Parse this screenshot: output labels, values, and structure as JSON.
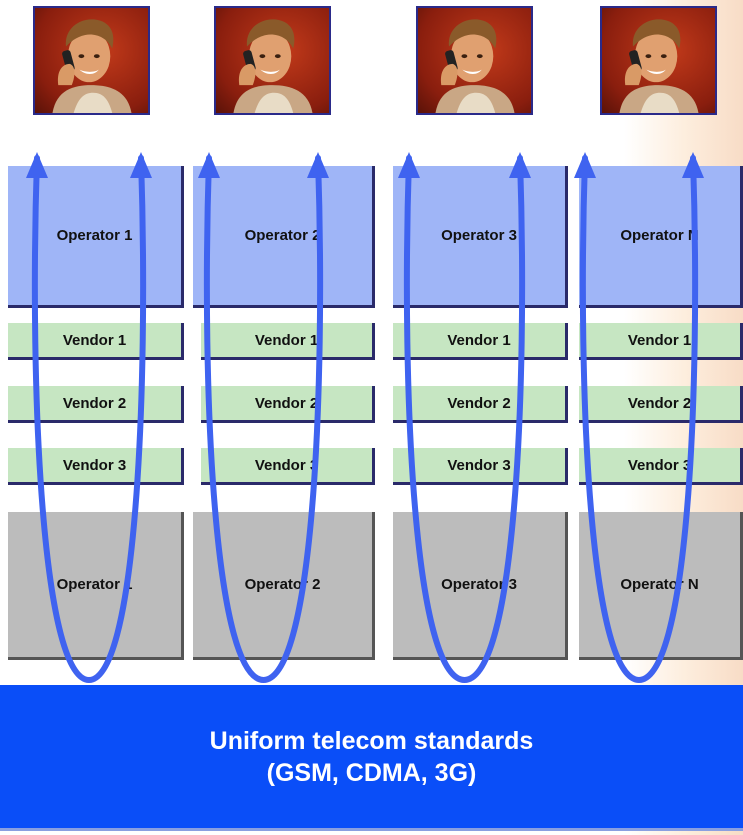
{
  "columns": [
    {
      "operator_top": "Operator 1",
      "vendors": [
        "Vendor 1",
        "Vendor 2",
        "Vendor 3"
      ],
      "operator_bottom": "Operator 1"
    },
    {
      "operator_top": "Operator 2",
      "vendors": [
        "Vendor 1",
        "Vendor 2",
        "Vendor 3"
      ],
      "operator_bottom": "Operator 2"
    },
    {
      "operator_top": "Operator 3",
      "vendors": [
        "Vendor 1",
        "Vendor 2",
        "Vendor 3"
      ],
      "operator_bottom": "Operator 3"
    },
    {
      "operator_top": "Operator N",
      "vendors": [
        "Vendor 1",
        "Vendor 2",
        "Vendor 3"
      ],
      "operator_bottom": "Operator N"
    }
  ],
  "standards": {
    "line1": "Uniform telecom standards",
    "line2": "(GSM, CDMA, 3G)"
  },
  "colors": {
    "operator_top": "#9fb5f7",
    "vendor": "#c6e6c2",
    "operator_bottom": "#bcbcbc",
    "standards": "#0a4ef8",
    "arrow": "#3f63f0"
  },
  "icons": [
    "person-on-phone-photo",
    "double-ended-u-arrow"
  ]
}
